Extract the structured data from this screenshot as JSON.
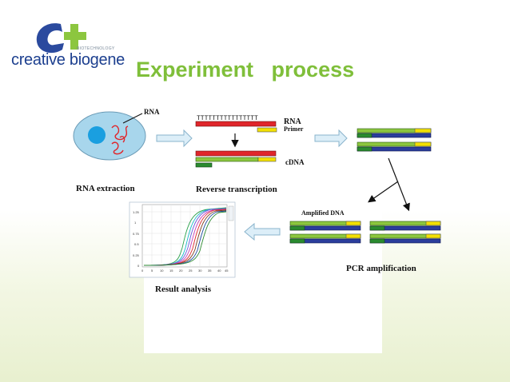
{
  "brand": {
    "name": "creative biogene",
    "tagline": "BIOTECHNOLOGY"
  },
  "slide": {
    "title": "Experiment   process"
  },
  "steps": {
    "rna_extraction": "RNA extraction",
    "reverse_transcription": "Reverse transcription",
    "pcr_amplification": "PCR amplification",
    "result_analysis": "Result analysis"
  },
  "labels": {
    "rna": "RNA",
    "rna2": "RNA",
    "primer": "Primer",
    "cdna": "cDNA",
    "amplified_dna": "Amplified DNA",
    "polyT": "TTTTTTTTTTTTTTTT"
  },
  "chart": {
    "yticks": [
      "1.25",
      "1",
      "0.75",
      "0.5",
      "0.25",
      "0"
    ],
    "xticks": [
      "0",
      "5",
      "10",
      "15",
      "20",
      "25",
      "30",
      "35",
      "40",
      "45"
    ]
  },
  "colors": {
    "title": "#7fbf3a",
    "brand": "#1c3f8f",
    "rna_strand": "#e0262b",
    "primer": "#f2e000",
    "cdna": "#2a8a2f",
    "dna_blue": "#2b3d9c"
  }
}
